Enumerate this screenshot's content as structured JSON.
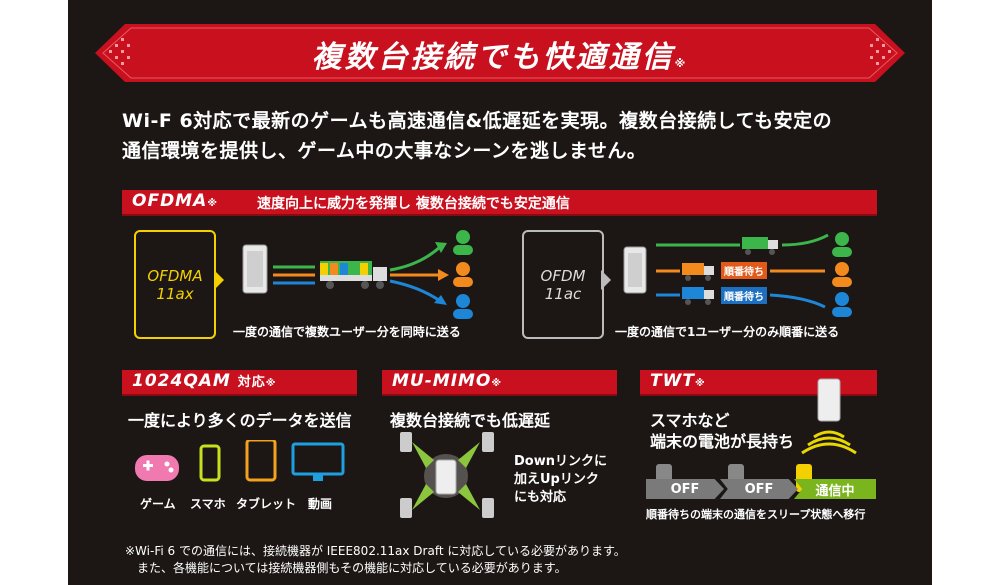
{
  "banner": {
    "title": "複数台接続でも快適通信",
    "mark": "※"
  },
  "intro": {
    "line1": "Wi-F 6対応で最新のゲームも高速通信&低遅延を実現。複数台接続しても安定の",
    "line2": "通信環境を提供し、ゲーム中の大事なシーンを逃しません。"
  },
  "ofdma": {
    "tag": "OFDMA",
    "mark": "※",
    "desc": "速度向上に威力を発揮し 複数台接続でも安定通信",
    "new_box": {
      "line1": "OFDMA",
      "line2": "11ax"
    },
    "old_box": {
      "line1": "OFDM",
      "line2": "11ac"
    },
    "new_caption": "一度の通信で複数ユーザー分を同時に送る",
    "old_caption": "一度の通信で1ユーザー分のみ順番に送る",
    "wait_label": "順番待ち"
  },
  "qam": {
    "tag": "1024QAM",
    "suffix": "対応",
    "mark": "※",
    "subtitle": "一度により多くのデータを送信",
    "devices": [
      "ゲーム",
      "スマホ",
      "タブレット",
      "動画"
    ]
  },
  "mumimo": {
    "tag": "MU-MIMO",
    "mark": "※",
    "subtitle": "複数台接続でも低遅延",
    "text1": "Downリンクに",
    "text2": "加えUpリンク",
    "text3": "にも対応"
  },
  "twt": {
    "tag": "TWT",
    "mark": "※",
    "line1": "スマホなど",
    "line2": "端末の電池が長持ち",
    "states": [
      "OFF",
      "OFF",
      "通信中"
    ],
    "caption": "順番待ちの端末の通信をスリープ状態へ移行"
  },
  "notes": {
    "line1": "※Wi-Fi 6 での通信には、接続機器が IEEE802.11ax Draft に対応している必要があります。",
    "line2": "　また、各機能については接続機器側もその機能に対応している必要があります。"
  },
  "colors": {
    "red": "#c8101e",
    "panel": "#1c1715",
    "yellow": "#f5d000",
    "green": "#3cb54a",
    "orange": "#f28a1e",
    "blue": "#1d86d6"
  }
}
